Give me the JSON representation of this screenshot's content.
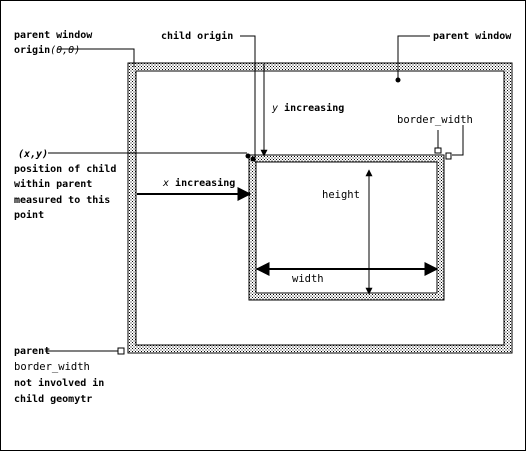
{
  "labels": {
    "parent_window_origin": [
      "parent window",
      "origin"
    ],
    "origin_coords": "(0,0)",
    "child_origin": "child origin",
    "parent_window": "parent window",
    "y_increasing_prefix": "y",
    "y_increasing_text": " increasing",
    "border_width": "border_width",
    "xy": "(x,y)",
    "position_of_child": [
      "position of child",
      "within parent",
      "measured to this",
      "point"
    ],
    "x_increasing_prefix": "x",
    "x_increasing_text": " increasing",
    "height": "height",
    "width": "width",
    "parent_border_note": [
      "parent",
      "border_width",
      "not involved in",
      "child geomytr"
    ]
  }
}
